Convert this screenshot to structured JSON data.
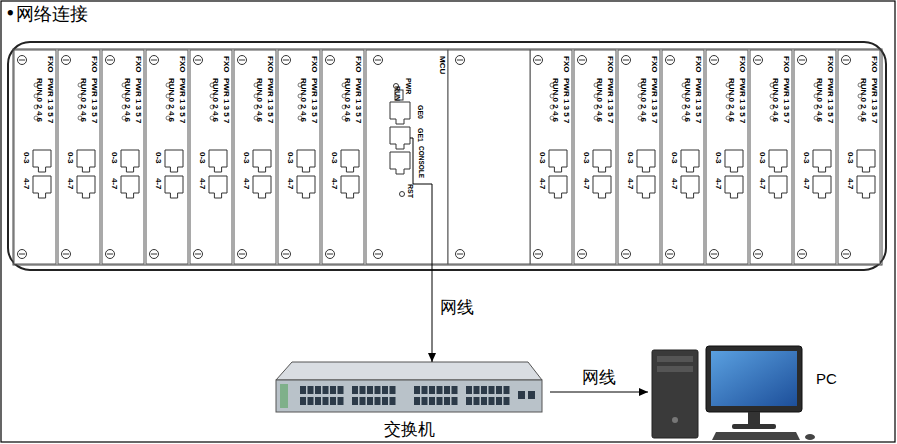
{
  "diagram": {
    "title": "•网络连接",
    "nodes": [
      {
        "text": [
          "MCU",
          "PWR",
          "RUN",
          "GE0",
          "GE1",
          "CONSOLE",
          "RST"
        ]
      },
      {
        "text": [
          "交换机"
        ]
      },
      {
        "text": [
          "PC"
        ]
      }
    ],
    "edges": [
      {
        "from": 0,
        "to": 1,
        "arrow": "to",
        "label": "网线"
      },
      {
        "from": 1,
        "to": 2,
        "arrow": "to",
        "label": "网线"
      }
    ],
    "labels": [
      "FXO",
      "PWR 1 3 5 7",
      "RUN 0 2 4 6",
      "0-3",
      "4-7",
      "FXO",
      "PWR 1 3 5 7",
      "RUN 0 2 4 6",
      "0-3",
      "4-7",
      "FXO",
      "PWR 1 3 5 7",
      "RUN 0 2 4 6",
      "0-3",
      "4-7",
      "FXO",
      "PWR 1 3 5 7",
      "RUN 0 2 4 6",
      "0-3",
      "4-7",
      "FXO",
      "PWR 1 3 5 7",
      "RUN 0 2 4 6",
      "0-3",
      "4-7",
      "FXO",
      "PWR 1 3 5 7",
      "RUN 0 2 4 6",
      "0-3",
      "4-7",
      "FXO",
      "PWR 1 3 5 7",
      "RUN 0 2 4 6",
      "0-3",
      "4-7",
      "FXO",
      "PWR 1 3 5 7",
      "RUN 0 2 4 6",
      "0-3",
      "4-7",
      "FXO",
      "PWR 1 3 5 7",
      "RUN 0 2 4 6",
      "0-3",
      "4-7",
      "FXO",
      "PWR 1 3 5 7",
      "RUN 0 2 4 6",
      "0-3",
      "4-7",
      "FXO",
      "PWR 1 3 5 7",
      "RUN 0 2 4 6",
      "0-3",
      "4-7",
      "FXO",
      "PWR 1 3 5 7",
      "RUN 0 2 4 6",
      "0-3",
      "4-7",
      "FXO",
      "PWR 1 3 5 7",
      "RUN 0 2 4 6",
      "0-3",
      "4-7",
      "FXO",
      "PWR 1 3 5 7",
      "RUN 0 2 4 6",
      "0-3",
      "4-7",
      "FXO",
      "PWR 1 3 5 7",
      "RUN 0 2 4 6",
      "0-3",
      "4-7",
      "FXO",
      "PWR 1 3 5 7",
      "RUN 0 2 4 6",
      "0-3",
      "4-7"
    ]
  }
}
